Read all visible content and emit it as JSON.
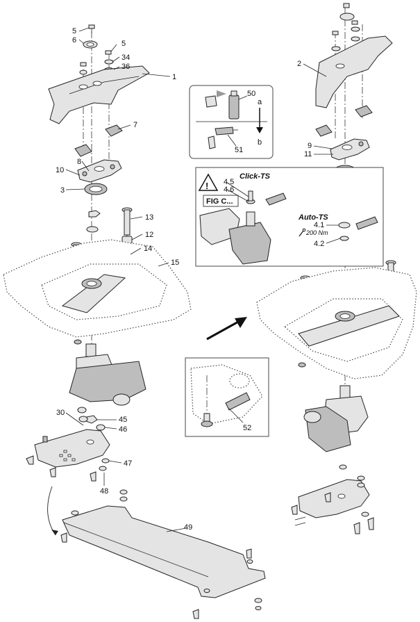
{
  "callouts": {
    "c1": "1",
    "c2": "2",
    "c3": "3",
    "c5a": "5",
    "c5b": "5",
    "c6": "6",
    "c7": "7",
    "c8": "8",
    "c9": "9",
    "c10": "10",
    "c11": "11",
    "c12": "12",
    "c13": "13",
    "c14": "14",
    "c15": "15",
    "c30": "30",
    "c34": "34",
    "c36": "36",
    "c45": "45",
    "c46": "46",
    "c47": "47",
    "c48": "48",
    "c49": "49",
    "c50": "50",
    "c51": "51",
    "c52": "52",
    "c41": "4.1",
    "c42": "4.2",
    "c45b": "4.5",
    "c46b": "4.6"
  },
  "inset_lubricant": {
    "step_a": "a",
    "step_b": "b"
  },
  "inset_click_ts": {
    "title": "Click-TS",
    "fig_label": "FIG C..."
  },
  "inset_auto_ts": {
    "title": "Auto-TS",
    "torque": "200 Nm"
  },
  "colors": {
    "line": "#222222",
    "part_fill": "#e4e4e4",
    "dark_fill": "#bdbdbd",
    "background": "#ffffff"
  },
  "icons": [
    "warning-triangle-icon",
    "torque-wrench-icon",
    "arrow-down-icon",
    "direction-arrow-icon"
  ]
}
